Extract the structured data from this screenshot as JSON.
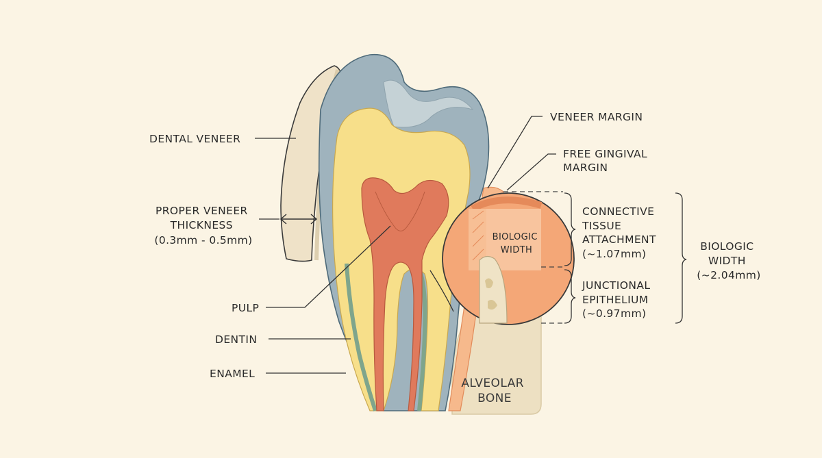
{
  "labels": {
    "dental_veneer": "DENTAL VENEER",
    "proper_veneer_thickness": [
      "PROPER VENEER",
      "THICKNESS",
      "(0.3mm - 0.5mm)"
    ],
    "pulp": "PULP",
    "dentin": "DENTIN",
    "enamel": "ENAMEL",
    "veneer_margin": "VENEER MARGIN",
    "free_gingival_margin": [
      "FREE GINGIVAL",
      "MARGIN"
    ],
    "biologic_width_inset": [
      "BIOLOGIC",
      "WIDTH"
    ],
    "connective_tissue_attachment": [
      "CONNECTIVE",
      "TISSUE",
      "ATTACHMENT",
      "(~1.07mm)"
    ],
    "junctional_epithelium": [
      "JUNCTIONAL",
      "EPITHELIUM",
      "(~0.97mm)"
    ],
    "biologic_width_total": [
      "BIOLOGIC",
      "WIDTH",
      "(~2.04mm)"
    ],
    "alveolar_bone": [
      "ALVEOLAR",
      "BONE"
    ]
  },
  "colors": {
    "background": "#fbf4e4",
    "enamel": "#9fb3bd",
    "dentin": "#f7df8a",
    "pulp": "#e07a5c",
    "veneer": "#efe2c8",
    "gingiva": "#f4a777",
    "bone": "#ede0c2",
    "root_outline": "#7fa58c"
  }
}
